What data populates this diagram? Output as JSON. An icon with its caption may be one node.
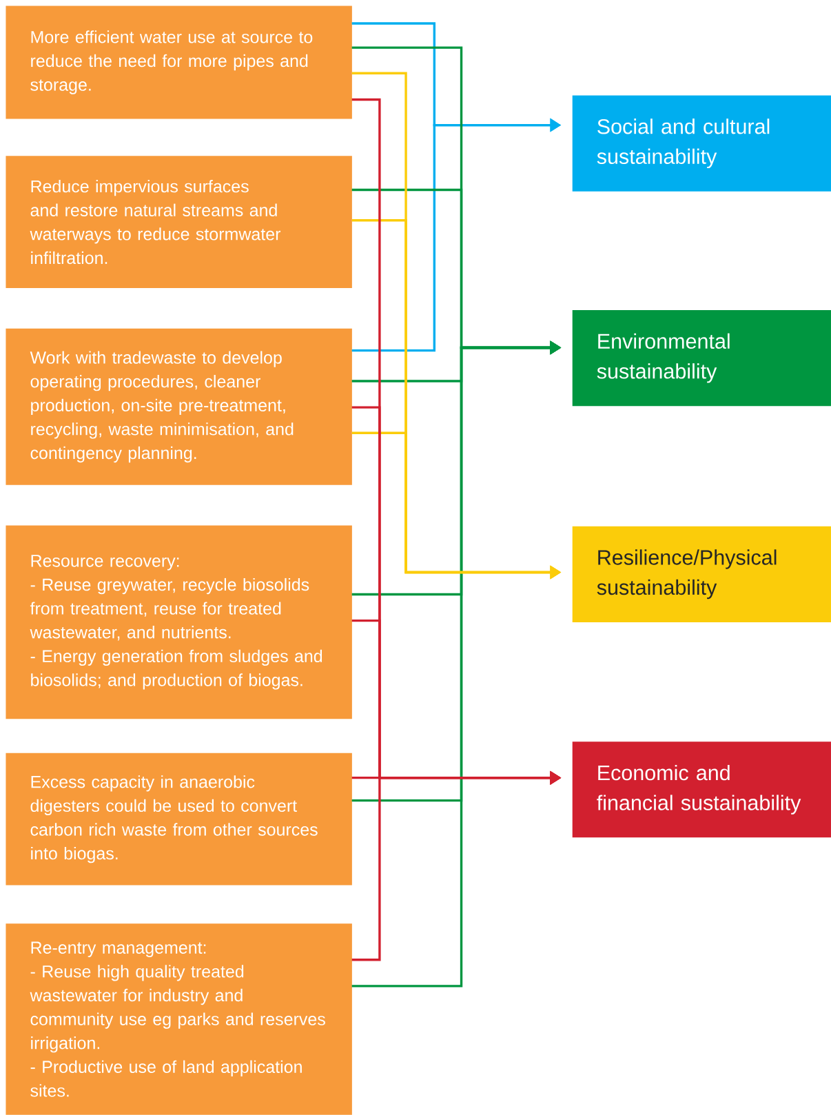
{
  "diagram": {
    "nodes": [
      {
        "text": [
          "More efficient water use at source to reduce the need for more pipes and storage."
        ]
      },
      {
        "text": [
          "Reduce impervious surfaces and restore natural streams and waterways to reduce stormwater infiltration."
        ]
      },
      {
        "text": [
          "Work with tradewaste to develop operating procedures, cleaner production, on-site pre-treatment, recycling, waste minimisation, and contingency planning."
        ]
      },
      {
        "text": [
          "Resource recovery:",
          "- Reuse greywater, recycle biosolids from treatment, reuse for treated wastewater, and nutrients.",
          "- Energy generation from sludges and biosolids; and production of biogas."
        ]
      },
      {
        "text": [
          "Excess capacity in anaerobic digesters could be used to convert carbon rich waste from other sources into biogas."
        ]
      },
      {
        "text": [
          "Re-entry management:",
          "- Reuse high quality treated wastewater for industry and community use eg parks and reserves irrigation.",
          "- Productive use of land application sites."
        ]
      },
      {
        "text": [
          "Social and cultural sustainability"
        ]
      },
      {
        "text": [
          "Environmental sustainability"
        ]
      },
      {
        "text": [
          "Resilience/Physical sustainability"
        ]
      },
      {
        "text": [
          "Economic and financial sustainability"
        ]
      }
    ],
    "edges": [
      {
        "from": 0,
        "to": 6,
        "arrow": "to",
        "color": "#00aeef"
      },
      {
        "from": 2,
        "to": 6,
        "arrow": "to",
        "color": "#00aeef"
      },
      {
        "from": 0,
        "to": 7,
        "arrow": "to"
      },
      {
        "from": 1,
        "to": 7,
        "arrow": "to"
      },
      {
        "from": 2,
        "to": 7,
        "arrow": "to"
      },
      {
        "from": 3,
        "to": 7,
        "arrow": "to"
      },
      {
        "from": 4,
        "to": 7,
        "arrow": "to"
      },
      {
        "from": 5,
        "to": 7,
        "arrow": "to"
      },
      {
        "from": 0,
        "to": 8,
        "arrow": "to",
        "color": "#fbcc0a"
      },
      {
        "from": 1,
        "to": 8,
        "arrow": "to",
        "color": "#fbcc0a"
      },
      {
        "from": 2,
        "to": 8,
        "arrow": "to",
        "color": "#fbcc0a"
      },
      {
        "from": 0,
        "to": 9,
        "arrow": "to",
        "color": "#d2202f"
      },
      {
        "from": 2,
        "to": 9,
        "arrow": "to",
        "color": "#d2202f"
      },
      {
        "from": 3,
        "to": 9,
        "arrow": "to",
        "color": "#d2202f"
      },
      {
        "from": 4,
        "to": 9,
        "arrow": "to",
        "color": "#d2202f"
      },
      {
        "from": 5,
        "to": 9,
        "arrow": "to",
        "color": "#d2202f"
      }
    ]
  }
}
